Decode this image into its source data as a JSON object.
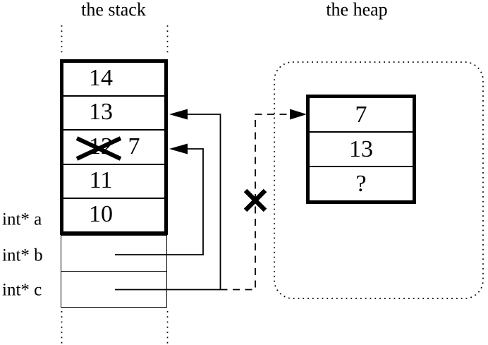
{
  "titles": {
    "stack": "the stack",
    "heap": "the heap"
  },
  "stack": {
    "cells": [
      {
        "value": "14",
        "crossed": false
      },
      {
        "value": "13",
        "crossed": false
      },
      {
        "value": "12",
        "crossed": true,
        "new_value": "7"
      },
      {
        "value": "11",
        "crossed": false
      },
      {
        "value": "10",
        "crossed": false
      }
    ],
    "variables": [
      {
        "label": "int* a"
      },
      {
        "label": "int* b"
      },
      {
        "label": "int* c"
      }
    ]
  },
  "heap": {
    "cells": [
      {
        "value": "7"
      },
      {
        "value": "13"
      },
      {
        "value": "?"
      }
    ]
  },
  "colors": {
    "ink": "#000000",
    "background": "#ffffff"
  }
}
